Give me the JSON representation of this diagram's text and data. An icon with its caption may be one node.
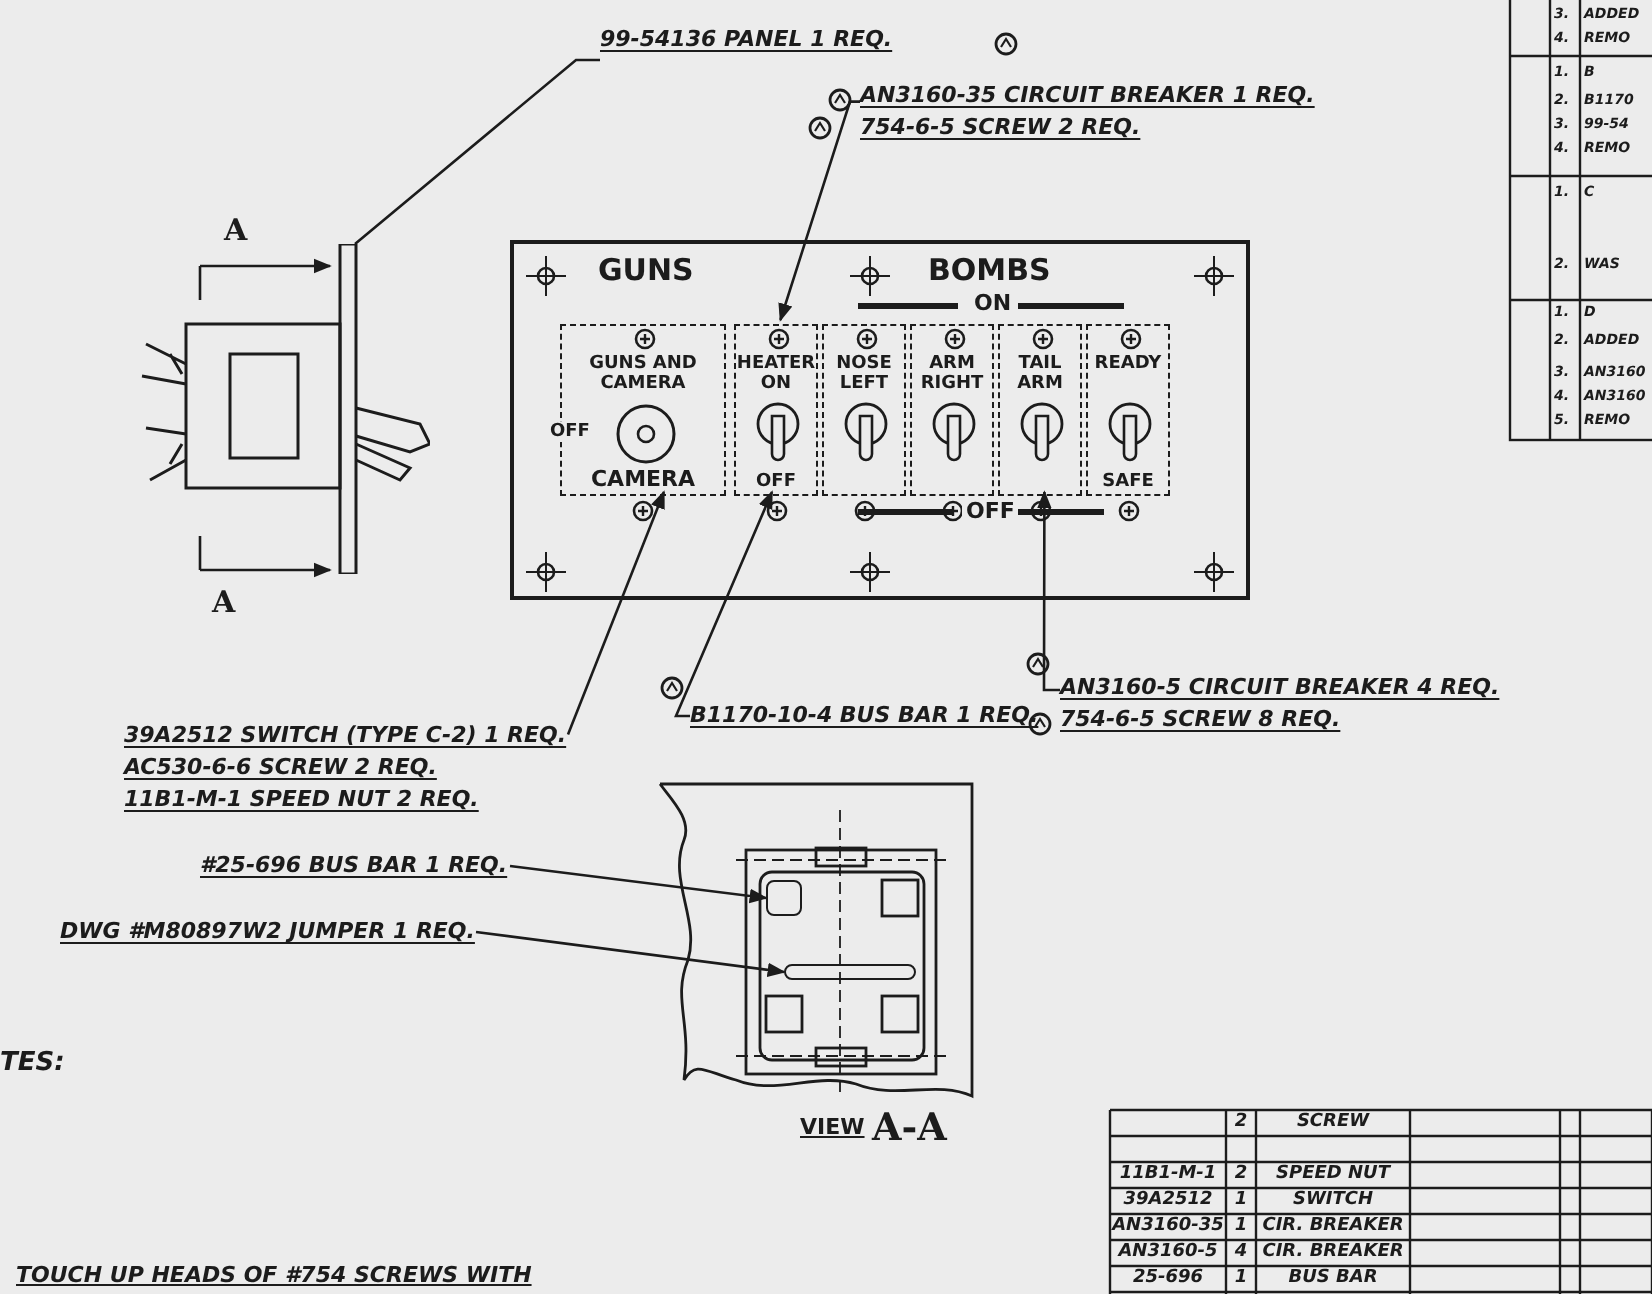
{
  "diagram": {
    "nodes": [
      {
        "text": [],
        "shape": "picture",
        "beside": [
          "A",
          "A"
        ]
      },
      {
        "text": [
          "99-54136 PANEL 1 REQ."
        ]
      },
      {
        "text": [
          "AN3160-35 CIRCUIT BREAKER 1 REQ.",
          "754-6-5 SCREW 2 REQ."
        ]
      },
      {
        "text": [
          "GUNS",
          "BOMBS",
          "ON",
          "OFF"
        ]
      },
      {
        "text": [
          "GUNS AND CAMERA",
          "OFF",
          "CAMERA"
        ],
        "in": 3
      },
      {
        "text": [
          "HEATER ON",
          "OFF"
        ],
        "in": 3
      },
      {
        "text": [
          "NOSE LEFT"
        ],
        "in": 3
      },
      {
        "text": [
          "ARM RIGHT"
        ],
        "in": 3
      },
      {
        "text": [
          "TAIL ARM"
        ],
        "in": 3
      },
      {
        "text": [
          "READY",
          "SAFE"
        ],
        "in": 3
      },
      {
        "text": [
          "39A2512 SWITCH (TYPE C-2) 1 REQ.",
          "AC530-6-6 SCREW 2 REQ.",
          "11B1-M-1 SPEED NUT 2 REQ."
        ]
      },
      {
        "text": [
          "B1170-10-4 BUS BAR 1 REQ."
        ]
      },
      {
        "text": [
          "AN3160-5 CIRCUIT BREAKER 4 REQ.",
          "754-6-5 SCREW 8 REQ."
        ]
      },
      {
        "text": [],
        "shape": "picture",
        "beside": [
          "VIEW",
          "A-A"
        ]
      },
      {
        "text": [],
        "shape": "box",
        "in": 13
      },
      {
        "text": [],
        "shape": "bar",
        "in": 13
      },
      {
        "text": [
          "#25-696 BUS BAR 1 REQ."
        ]
      },
      {
        "text": [
          "DWG #M80897W2 JUMPER 1 REQ."
        ]
      }
    ],
    "edges": [
      {
        "from": 1,
        "to": 0,
        "arrow": "none"
      },
      {
        "from": 2,
        "to": 5,
        "arrow": "to"
      },
      {
        "from": 10,
        "to": 4,
        "arrow": "to"
      },
      {
        "from": 11,
        "to": 5,
        "arrow": "to"
      },
      {
        "from": 12,
        "to": 8,
        "arrow": "to"
      },
      {
        "from": 16,
        "to": 14,
        "arrow": "to"
      },
      {
        "from": 17,
        "to": 15,
        "arrow": "to"
      }
    ],
    "labels": [
      "TES:",
      "TOUCH UP HEADS OF #754 SCREWS WITH",
      "3.",
      "ADDED",
      "4.",
      "REMO",
      "1.",
      "B",
      "2.",
      "B1170",
      "3.",
      "99-54",
      "4.",
      "REMO",
      "1.",
      "C",
      "2.",
      "WAS",
      "1.",
      "D",
      "2.",
      "ADDED",
      "3.",
      "AN3160",
      "4.",
      "AN3160",
      "5.",
      "REMO",
      "2",
      "SCREW",
      "11B1-M-1",
      "2",
      "SPEED NUT",
      "39A2512",
      "1",
      "SWITCH",
      "AN3160-35",
      "1",
      "CIR. BREAKER",
      "AN3160-5",
      "4",
      "CIR. BREAKER",
      "25-696",
      "1",
      "BUS BAR"
    ]
  }
}
